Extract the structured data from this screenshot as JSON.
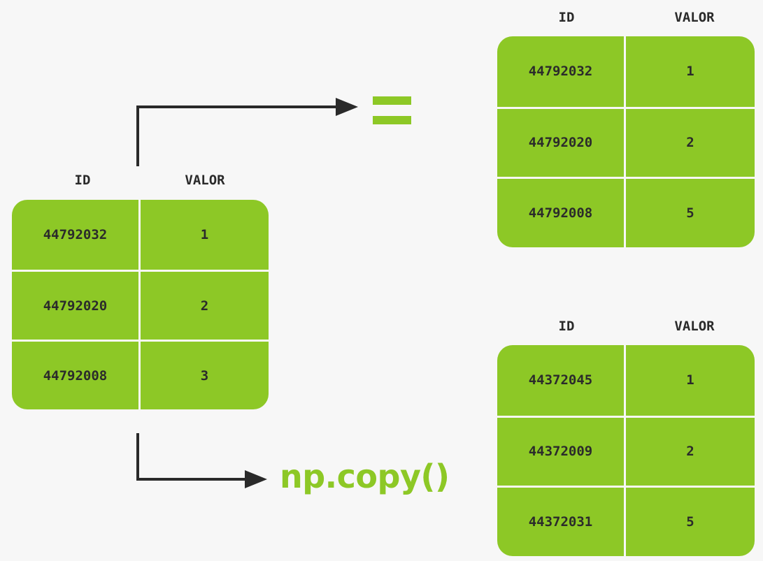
{
  "source_table": {
    "headers": [
      "ID",
      "VALOR"
    ],
    "rows": [
      [
        "44792032",
        "1"
      ],
      [
        "44792020",
        "2"
      ],
      [
        "44792008",
        "3"
      ]
    ]
  },
  "assigned_table": {
    "headers": [
      "ID",
      "VALOR"
    ],
    "rows": [
      [
        "44792032",
        "1"
      ],
      [
        "44792020",
        "2"
      ],
      [
        "44792008",
        "5"
      ]
    ]
  },
  "copied_table": {
    "headers": [
      "ID",
      "VALOR"
    ],
    "rows": [
      [
        "44372045",
        "1"
      ],
      [
        "44372009",
        "2"
      ],
      [
        "44372031",
        "5"
      ]
    ]
  },
  "operations": {
    "assign_symbol": "=",
    "copy_label": "np.copy()"
  },
  "colors": {
    "table_fill": "#8dc826",
    "background": "#f7f7f7",
    "arrow": "#2a2a2a",
    "text": "#2b2b2b"
  }
}
